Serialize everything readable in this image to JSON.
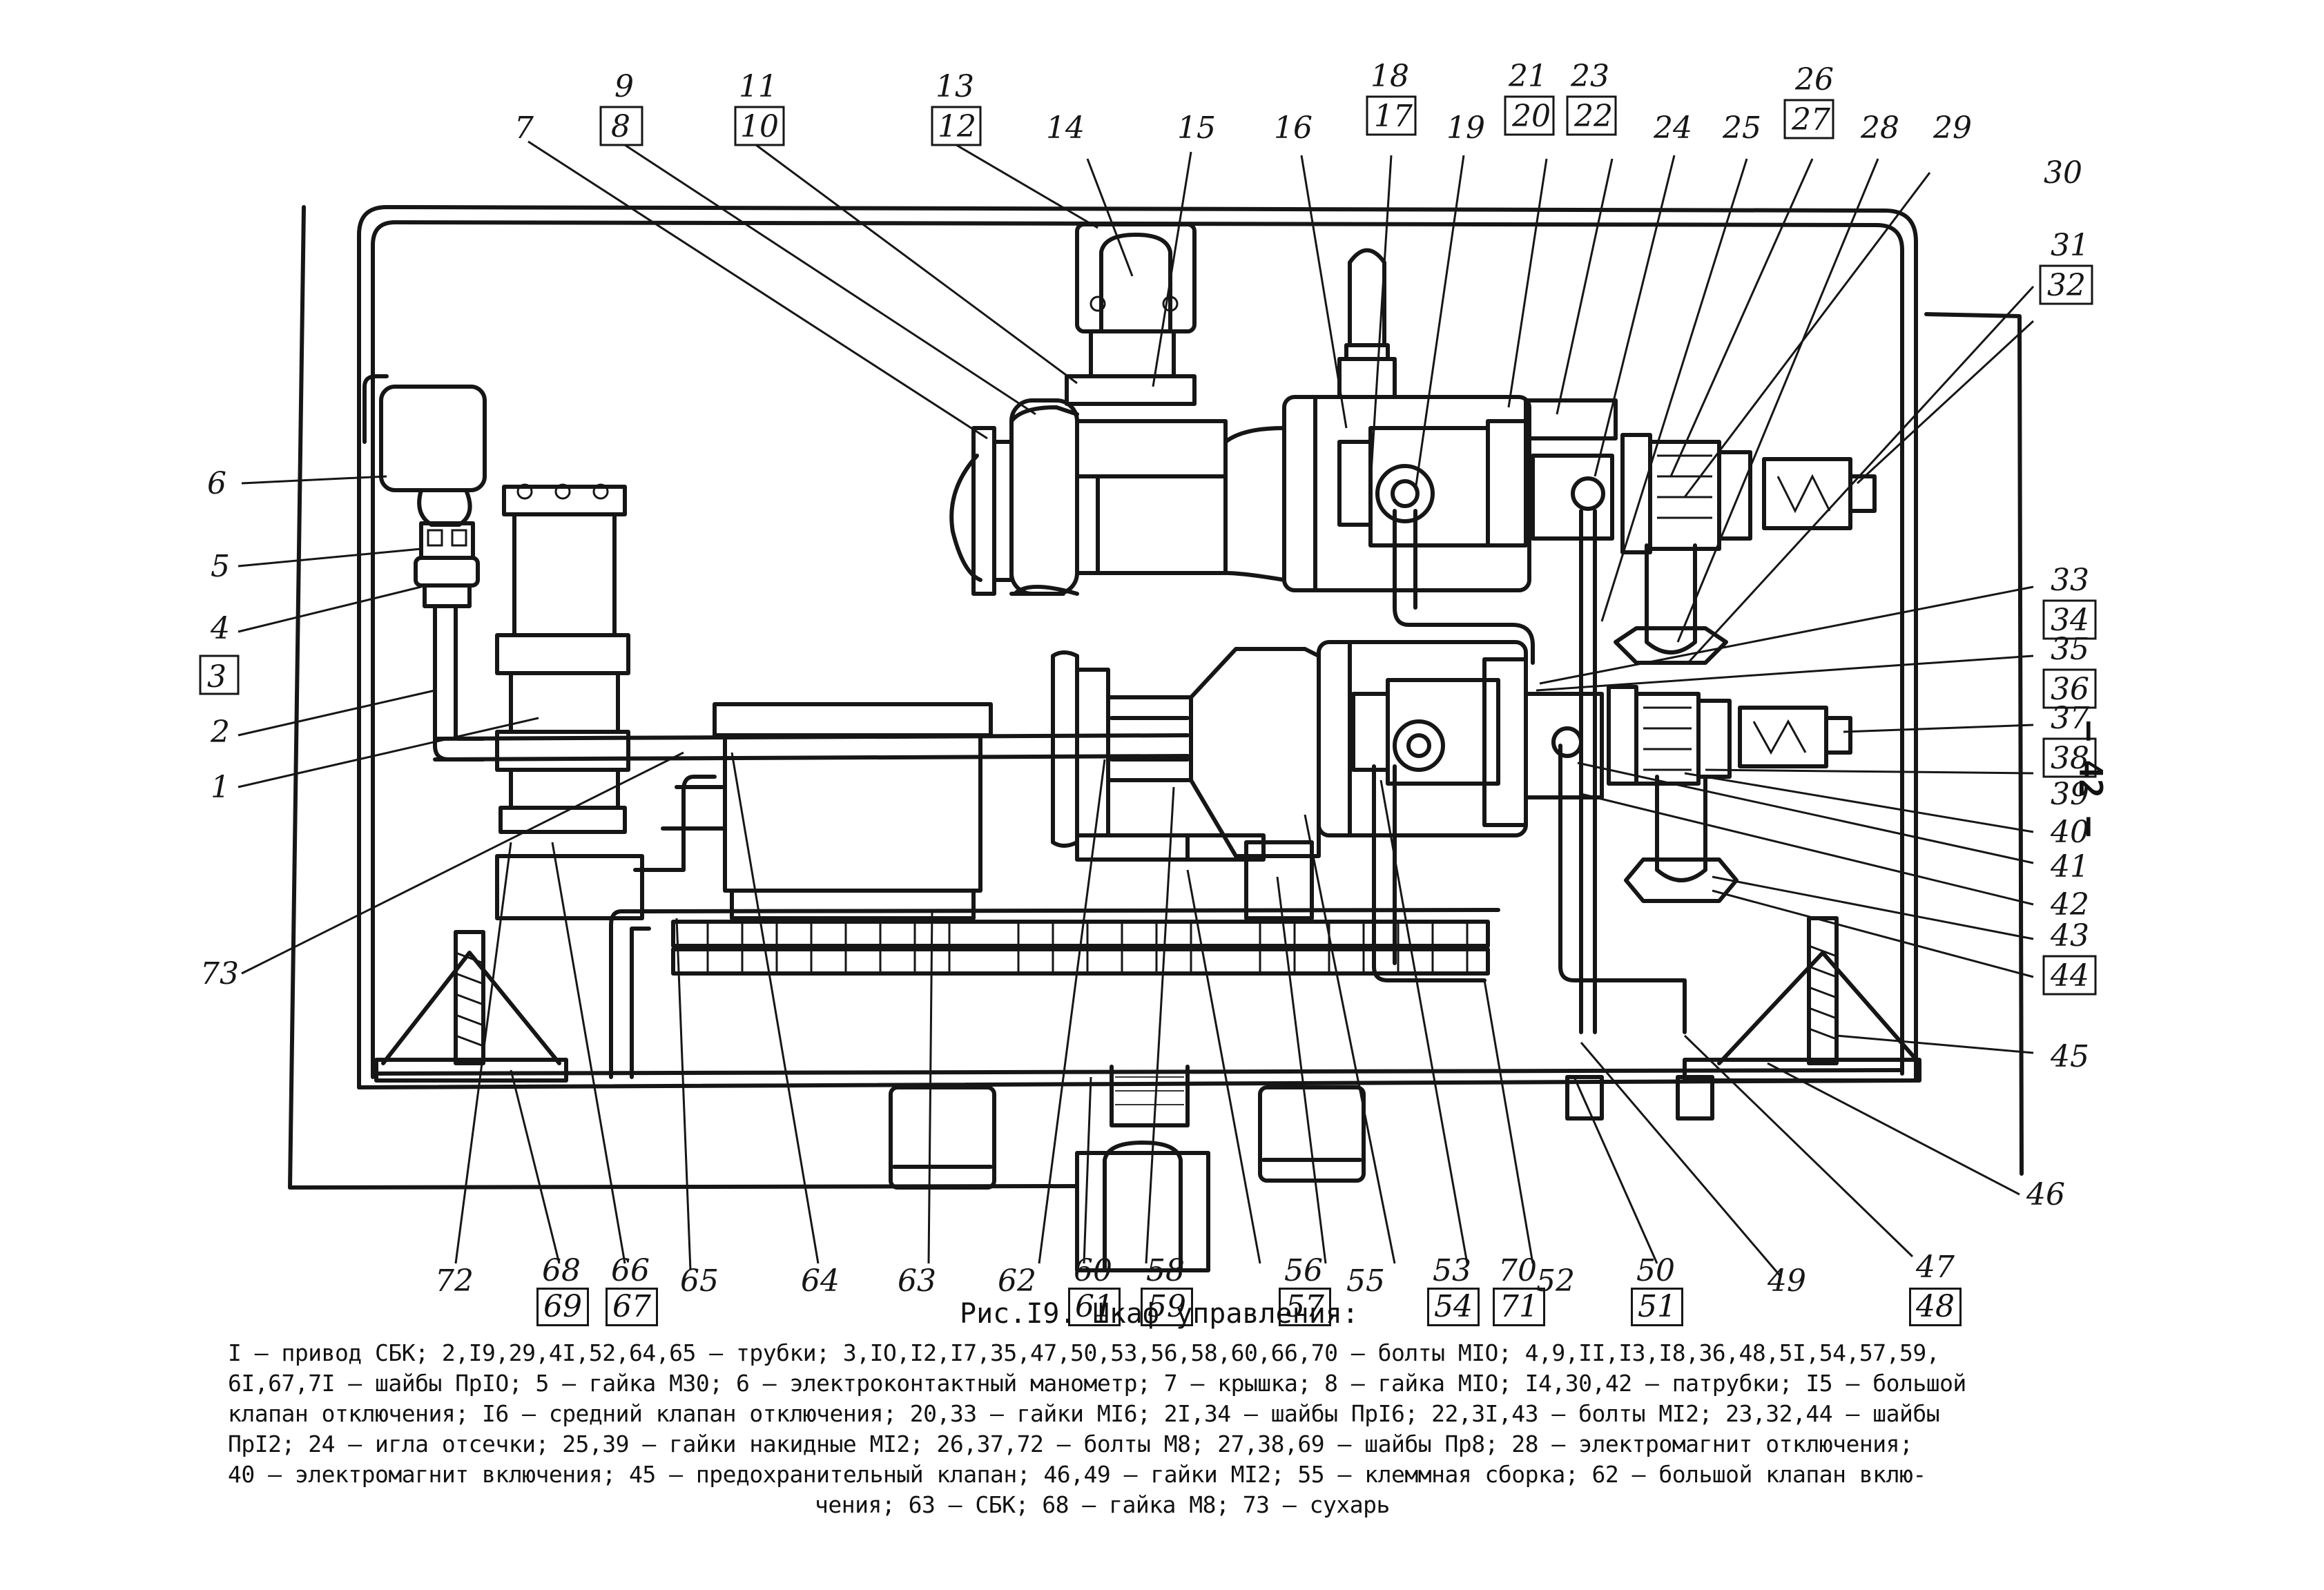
{
  "figure": {
    "title": "Рис.I9. Шкаф управления:",
    "legend_lines": [
      "I – привод СБК; 2,I9,29,4I,52,64,65 – трубки; 3,IO,I2,I7,35,47,50,53,56,58,60,66,70 – болты MIO; 4,9,II,I3,I8,36,48,5I,54,57,59,",
      "6I,67,7I – шайбы ПрIO; 5 – гайка М30; 6 – электроконтактный манометр; 7 – крышка; 8 – гайка MIO; I4,30,42 – патрубки; I5 – большой",
      "клапан отключения; I6 – средний клапан отключения; 20,33 – гайки MI6; 2I,34 – шайбы ПрI6; 22,3I,43 – болты MI2; 23,32,44 – шайбы",
      "ПрI2; 24 – игла отсечки; 25,39 – гайки накидные MI2; 26,37,72 – болты M8; 27,38,69 – шайбы Пр8; 28 – электромагнит отключения;",
      "40 – электромагнит включения; 45 – предохранительный клапан; 46,49 – гайки MI2; 55 – клеммная сборка; 62 – большой клапан вклю-",
      "чения; 63 – СБК; 68 – гайка M8; 73 – сухарь"
    ]
  },
  "page_number": "– 42 –",
  "callouts": {
    "c1": "1",
    "c2": "2",
    "c3": "3",
    "c4": "4",
    "c5": "5",
    "c6": "6",
    "c7": "7",
    "c8": "8",
    "c9": "9",
    "c10": "10",
    "c11": "11",
    "c12": "12",
    "c13": "13",
    "c14": "14",
    "c15": "15",
    "c16": "16",
    "c17": "17",
    "c18": "18",
    "c19": "19",
    "c20": "20",
    "c21": "21",
    "c22": "22",
    "c23": "23",
    "c24": "24",
    "c25": "25",
    "c26": "26",
    "c27": "27",
    "c28": "28",
    "c29": "29",
    "c30": "30",
    "c31": "31",
    "c32": "32",
    "c33": "33",
    "c34": "34",
    "c35": "35",
    "c36": "36",
    "c37": "37",
    "c38": "38",
    "c39": "39",
    "c40": "40",
    "c41": "41",
    "c42": "42",
    "c43": "43",
    "c44": "44",
    "c45": "45",
    "c46": "46",
    "c47": "47",
    "c48": "48",
    "c49": "49",
    "c50": "50",
    "c51": "51",
    "c52": "52",
    "c53": "53",
    "c54": "54",
    "c55": "55",
    "c56": "56",
    "c57": "57",
    "c58": "58",
    "c59": "59",
    "c60": "60",
    "c61": "61",
    "c62": "62",
    "c63": "63",
    "c64": "64",
    "c65": "65",
    "c66": "66",
    "c67": "67",
    "c68": "68",
    "c69": "69",
    "c70": "70",
    "c71": "71",
    "c72": "72",
    "c73": "73"
  }
}
